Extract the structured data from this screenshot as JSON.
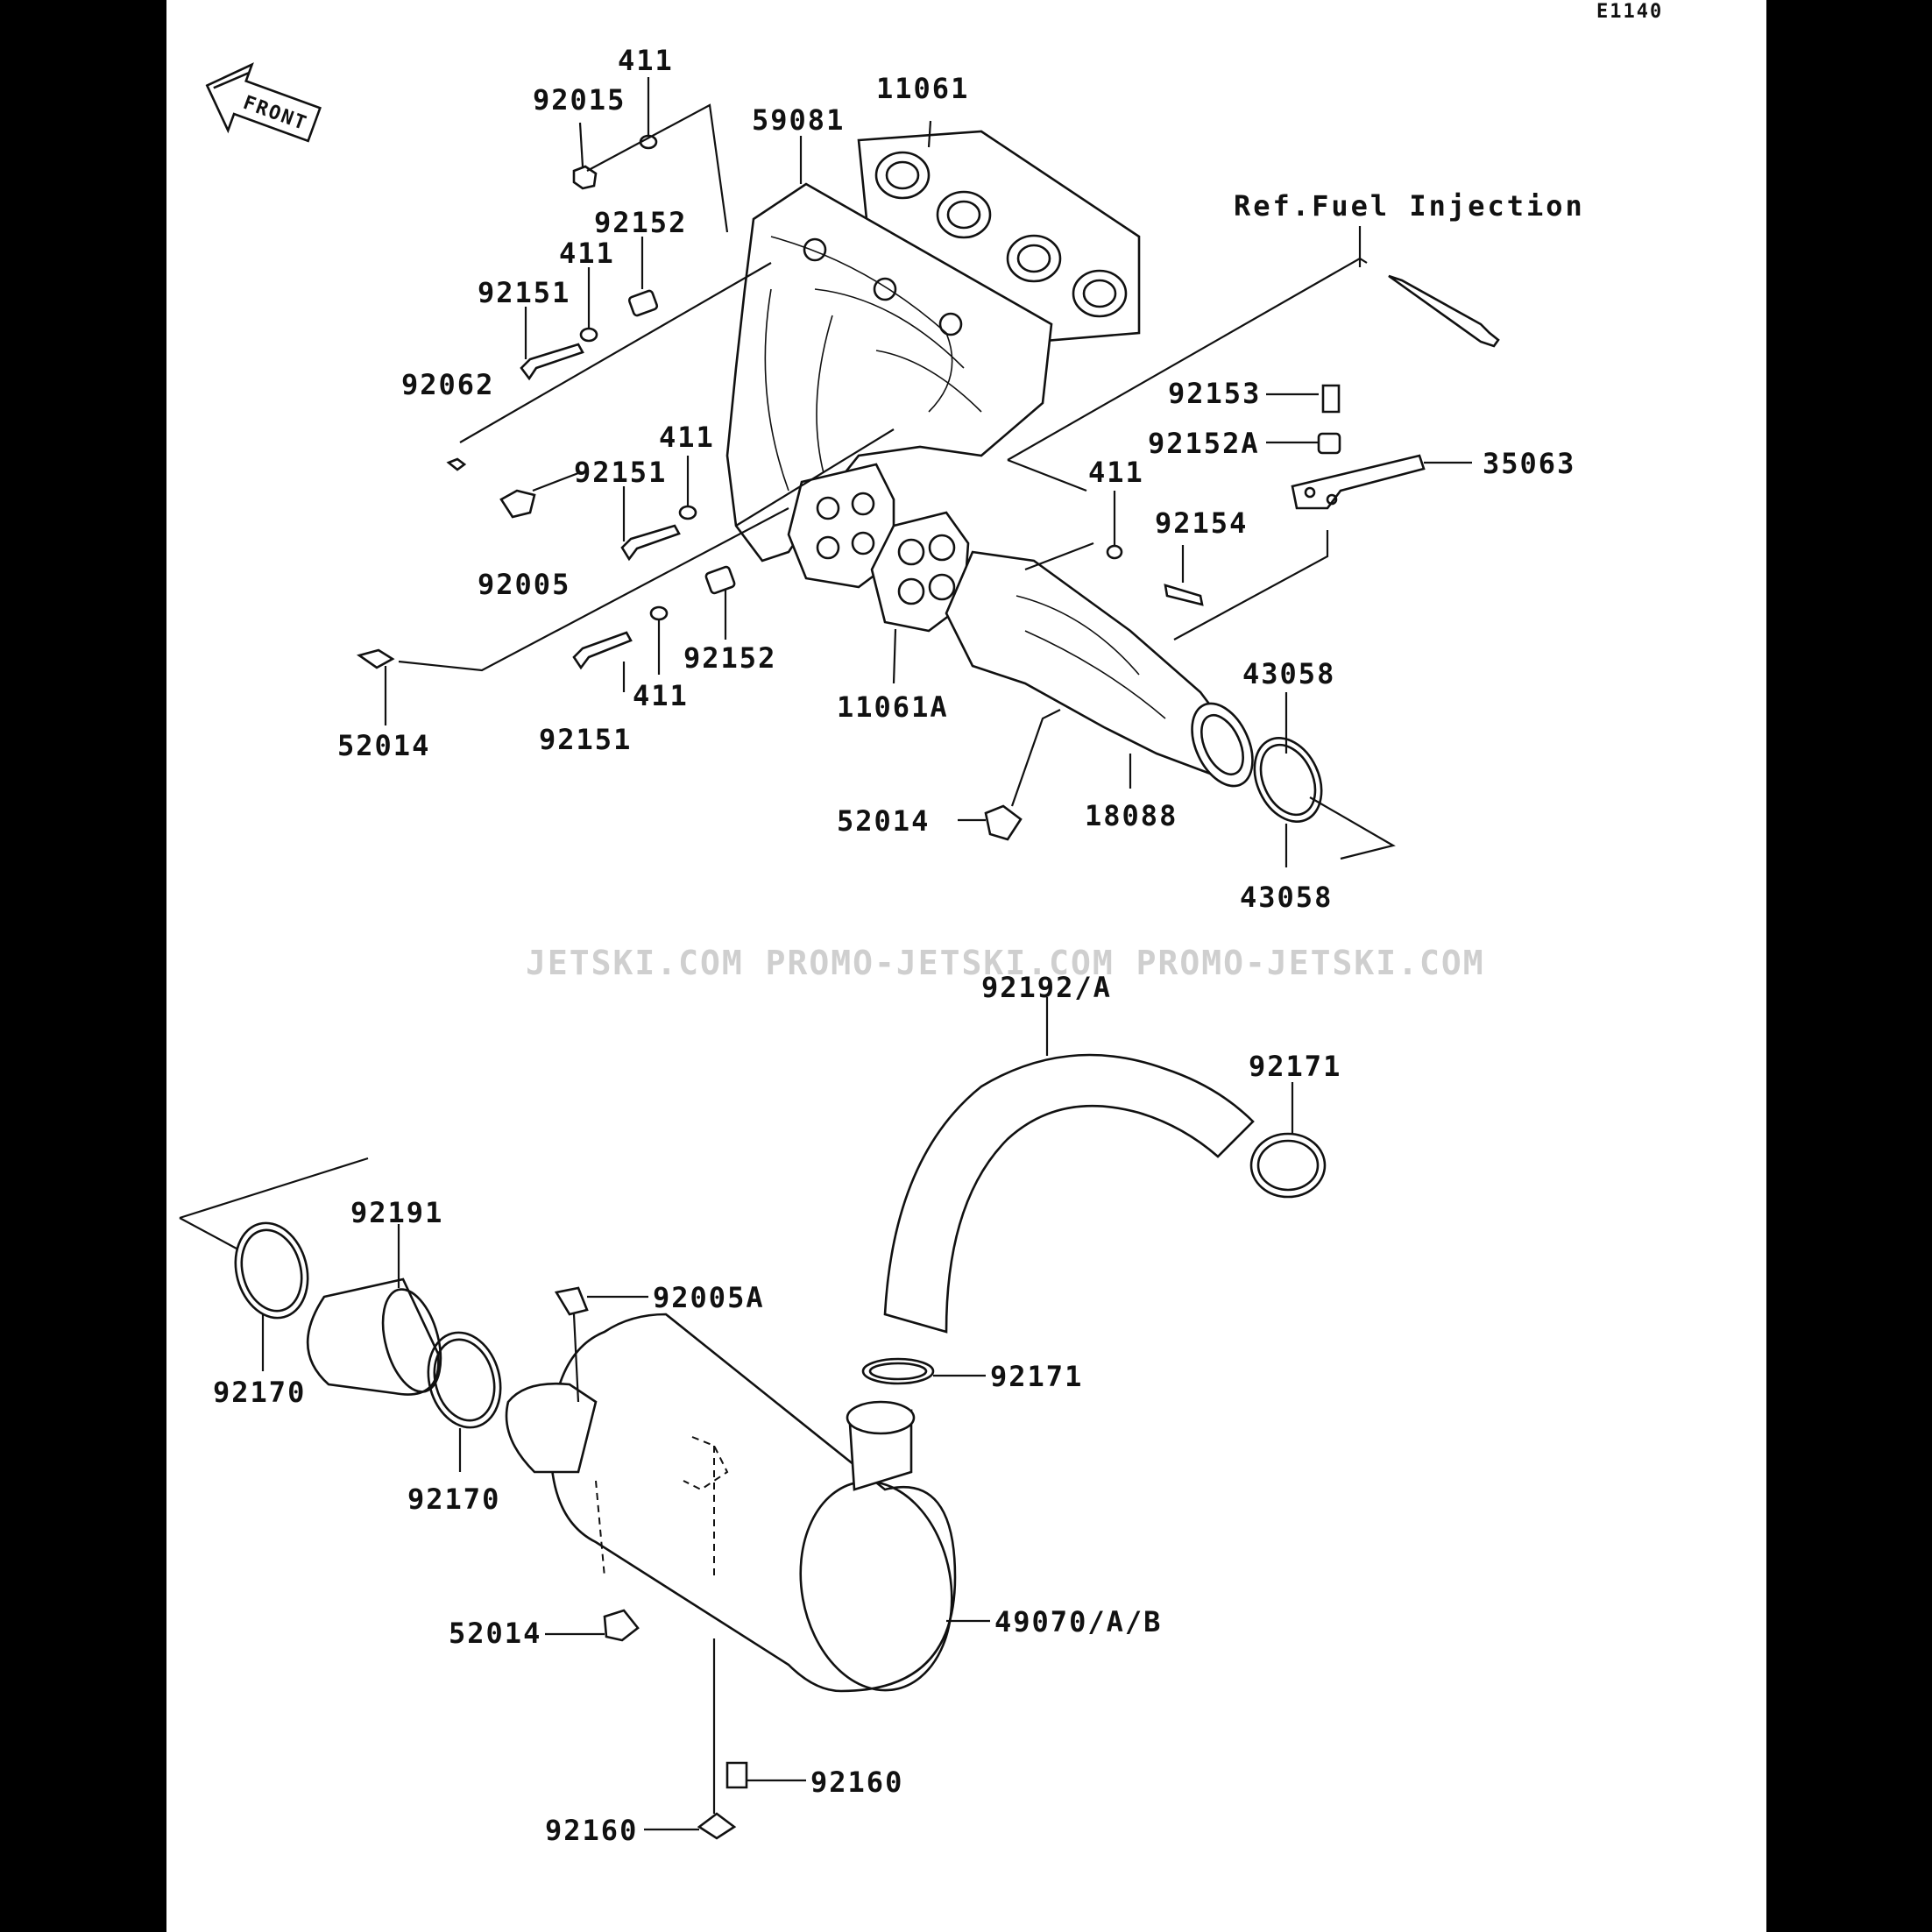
{
  "diagram_code": "E1140",
  "front_label": "FRONT",
  "reference": "Ref.Fuel Injection",
  "watermark": "JETSKI.COM  PROMO-JETSKI.COM  PROMO-JETSKI.COM",
  "labels": {
    "p411_a": "411",
    "p92015": "92015",
    "p11061": "11061",
    "p59081": "59081",
    "p92152_a": "92152",
    "p411_b": "411",
    "p92151_a": "92151",
    "p92062": "92062",
    "p411_c": "411",
    "p92151_b": "92151",
    "p92005": "92005",
    "p52014_a": "52014",
    "p92151_c": "92151",
    "p411_d": "411",
    "p92152_b": "92152",
    "p11061A": "11061A",
    "p52014_b": "52014",
    "p18088": "18088",
    "p43058_a": "43058",
    "p43058_b": "43058",
    "p92153": "92153",
    "p92152A": "92152A",
    "p35063": "35063",
    "p411_e": "411",
    "p92154": "92154",
    "p92192A": "92192/A",
    "p92171_a": "92171",
    "p92191": "92191",
    "p92170_a": "92170",
    "p92005A": "92005A",
    "p92170_b": "92170",
    "p92171_b": "92171",
    "p52014_c": "52014",
    "p49070": "49070/A/B",
    "p92160_a": "92160",
    "p92160_b": "92160"
  }
}
